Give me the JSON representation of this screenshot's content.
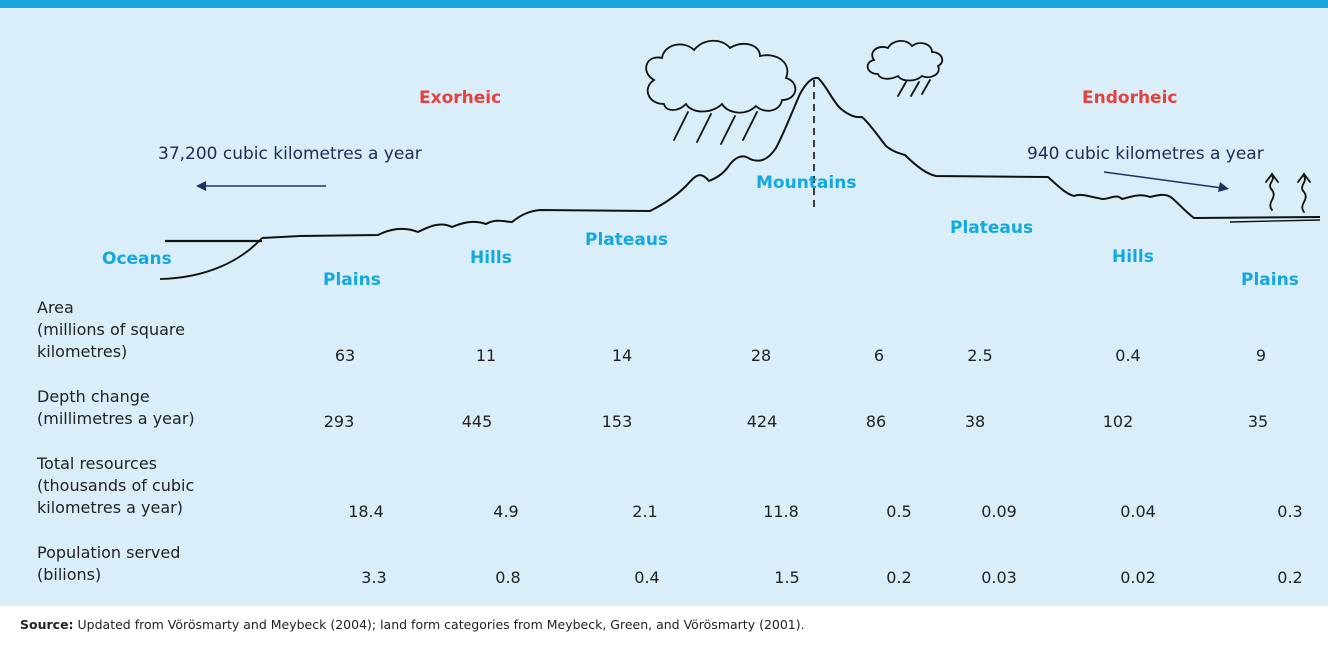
{
  "regions": {
    "exorheic": "Exorheic",
    "endorheic": "Endorheic"
  },
  "flows": {
    "exorheic_flow": "37,200 cubic kilometres a year",
    "endorheic_flow": "940 cubic kilometres a year"
  },
  "landforms": {
    "oceans": "Oceans",
    "plains_left": "Plains",
    "hills_left": "Hills",
    "plateaus_left": "Plateaus",
    "mountains": "Mountains",
    "plateaus_right": "Plateaus",
    "hills_right": "Hills",
    "plains_right": "Plains"
  },
  "table": {
    "rows": [
      {
        "label_lines": [
          "Area",
          "(millions of square",
          "kilometres)"
        ],
        "values": [
          "63",
          "11",
          "14",
          "28",
          "6",
          "2.5",
          "0.4",
          "9"
        ]
      },
      {
        "label_lines": [
          "Depth change",
          "(millimetres a year)"
        ],
        "values": [
          "293",
          "445",
          "153",
          "424",
          "86",
          "38",
          "102",
          "35"
        ]
      },
      {
        "label_lines": [
          "Total resources",
          "(thousands of cubic",
          "kilometres a year)"
        ],
        "values": [
          "18.4",
          "4.9",
          "2.1",
          "11.8",
          "0.5",
          "0.09",
          "0.04",
          "0.3"
        ]
      },
      {
        "label_lines": [
          "Population served",
          "(bilions)"
        ],
        "values": [
          "3.3",
          "0.8",
          "0.4",
          "1.5",
          "0.2",
          "0.03",
          "0.02",
          "0.2"
        ]
      }
    ]
  },
  "source": {
    "label": "Source:",
    "text": " Updated from Vörösmarty and Meybeck (2004); land form categories from Meybeck, Green, and Vörösmarty (2001)."
  },
  "colors": {
    "panel_background": "#d9eef9",
    "top_bar": "#19a6dd",
    "region_label": "#e8403c",
    "landform_label": "#14a7e0",
    "flow_text": "#222c55"
  }
}
